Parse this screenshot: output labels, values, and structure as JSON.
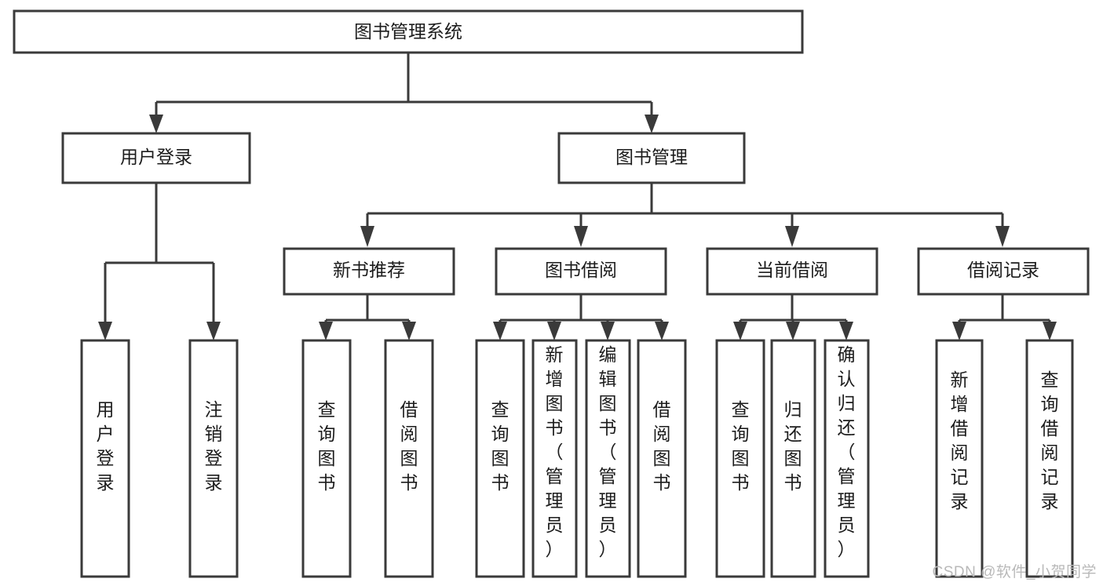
{
  "diagram": {
    "type": "tree-hierarchy-chart",
    "title": "图书管理系统",
    "colors": {
      "box_stroke": "#3a3a3a",
      "box_fill": "#ffffff",
      "connector": "#3a3a3a",
      "text": "#1c1c1c",
      "background": "#ffffff",
      "watermark": "#b9b9b9"
    },
    "root": {
      "label": "图书管理系统",
      "orientation": "horizontal"
    },
    "level2": [
      {
        "id": "user-login",
        "label": "用户登录",
        "orientation": "horizontal"
      },
      {
        "id": "book-management",
        "label": "图书管理",
        "orientation": "horizontal"
      }
    ],
    "level3": [
      {
        "id": "new-book-recommend",
        "label": "新书推荐",
        "orientation": "horizontal",
        "parent": "book-management"
      },
      {
        "id": "book-borrow",
        "label": "图书借阅",
        "orientation": "horizontal",
        "parent": "book-management"
      },
      {
        "id": "current-borrow",
        "label": "当前借阅",
        "orientation": "horizontal",
        "parent": "book-management"
      },
      {
        "id": "borrow-record",
        "label": "借阅记录",
        "orientation": "horizontal",
        "parent": "book-management"
      }
    ],
    "leaves": [
      {
        "id": "leaf-user-login",
        "label": "用户登录",
        "orientation": "vertical",
        "parent": "user-login"
      },
      {
        "id": "leaf-user-logout",
        "label": "注销登录",
        "orientation": "vertical",
        "parent": "user-login"
      },
      {
        "id": "leaf-query-book-1",
        "label": "查询图书",
        "orientation": "vertical",
        "parent": "new-book-recommend"
      },
      {
        "id": "leaf-borrow-book-1",
        "label": "借阅图书",
        "orientation": "vertical",
        "parent": "new-book-recommend"
      },
      {
        "id": "leaf-query-book-2",
        "label": "查询图书",
        "orientation": "vertical",
        "parent": "book-borrow"
      },
      {
        "id": "leaf-add-book",
        "label": "新增图书（管理员）",
        "orientation": "vertical",
        "parent": "book-borrow"
      },
      {
        "id": "leaf-edit-book",
        "label": "编辑图书（管理员）",
        "orientation": "vertical",
        "parent": "book-borrow"
      },
      {
        "id": "leaf-borrow-book-2",
        "label": "借阅图书",
        "orientation": "vertical",
        "parent": "book-borrow"
      },
      {
        "id": "leaf-query-book-3",
        "label": "查询图书",
        "orientation": "vertical",
        "parent": "current-borrow"
      },
      {
        "id": "leaf-return-book",
        "label": "归还图书",
        "orientation": "vertical",
        "parent": "current-borrow"
      },
      {
        "id": "leaf-confirm-return",
        "label": "确认归还（管理员）",
        "orientation": "vertical",
        "parent": "current-borrow"
      },
      {
        "id": "leaf-add-record",
        "label": "新增借阅记录",
        "orientation": "vertical",
        "parent": "borrow-record"
      },
      {
        "id": "leaf-query-record",
        "label": "查询借阅记录",
        "orientation": "vertical",
        "parent": "borrow-record"
      }
    ]
  },
  "watermark": {
    "text": "CSDN @软件_小贺同学"
  }
}
